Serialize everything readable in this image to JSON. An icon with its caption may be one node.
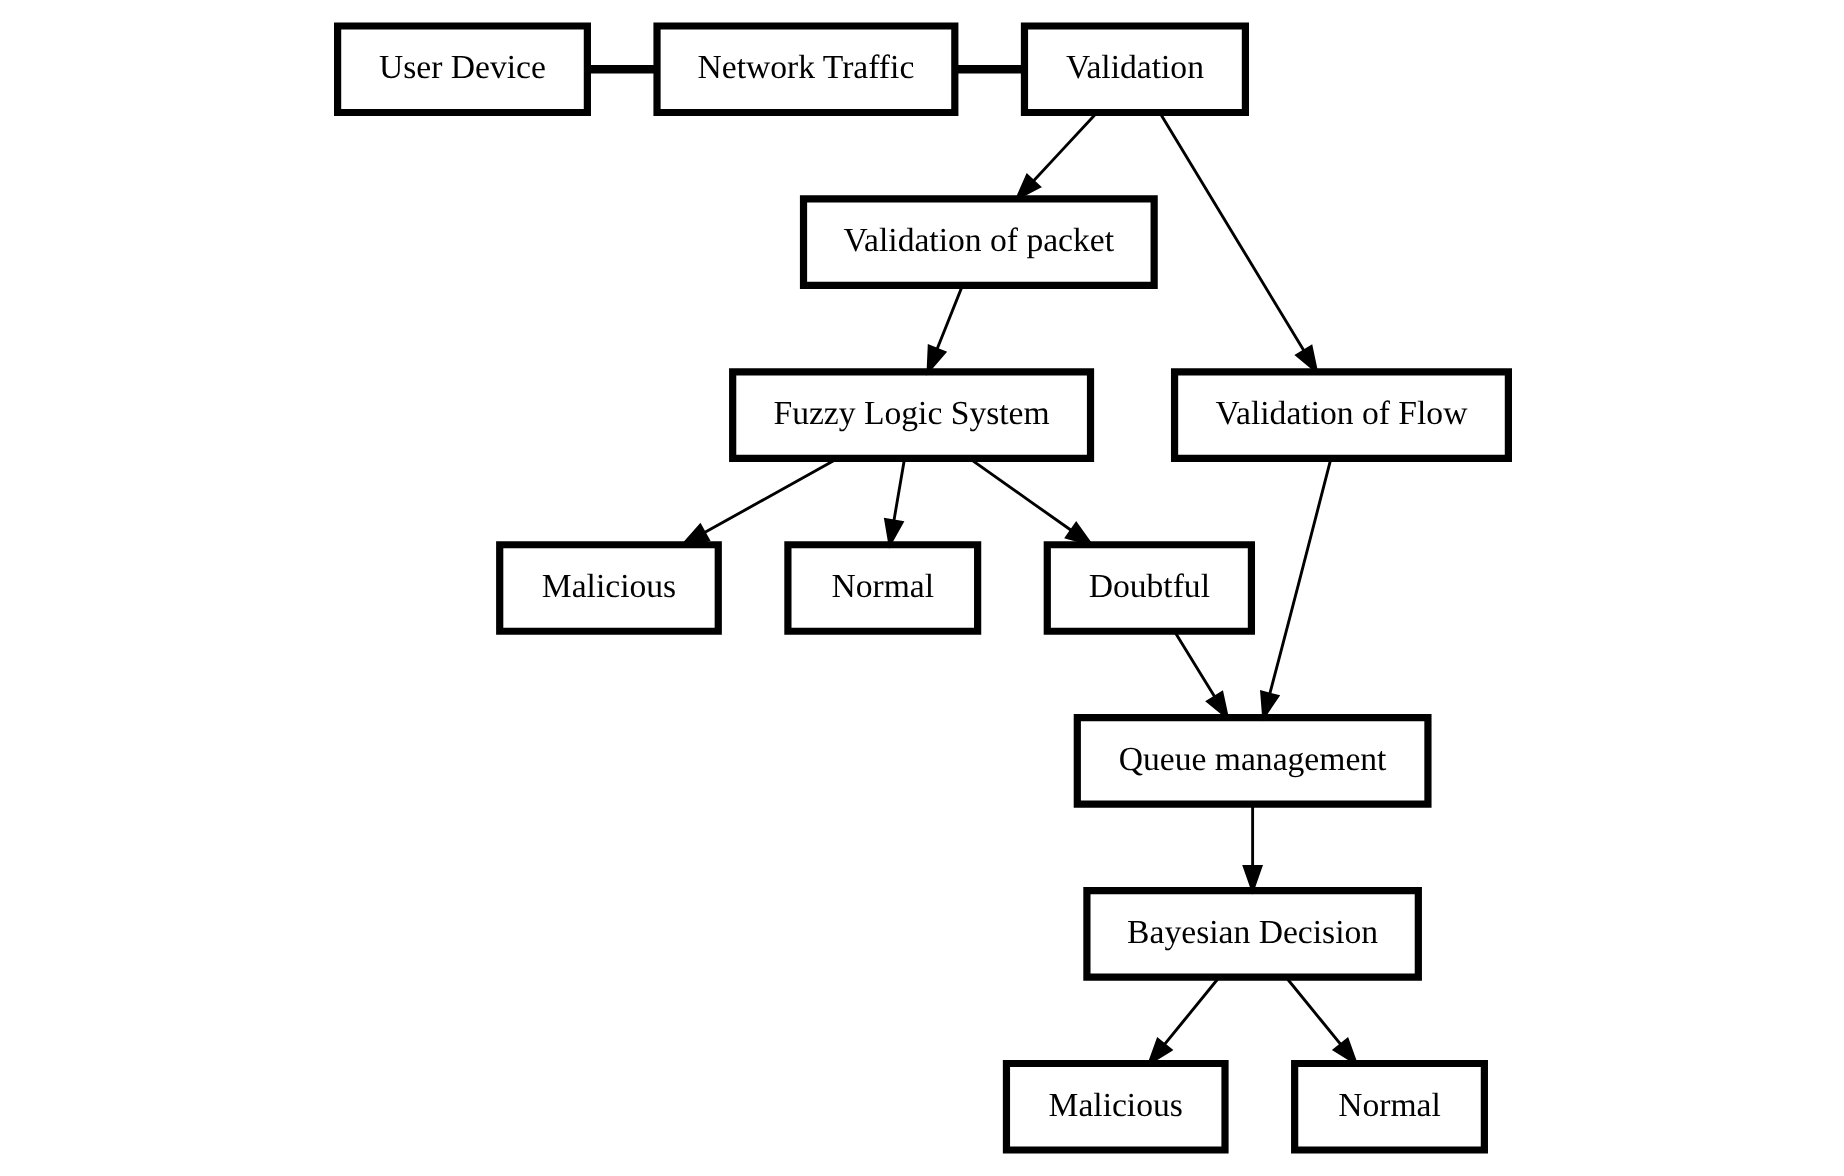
{
  "diagram": {
    "nodes": [
      {
        "text": [
          "User Device"
        ]
      },
      {
        "text": [
          "Network Traffic"
        ]
      },
      {
        "text": [
          "Validation"
        ]
      },
      {
        "text": [
          "Validation of packet"
        ]
      },
      {
        "text": [
          "Validation of Flow"
        ]
      },
      {
        "text": [
          "Fuzzy Logic System"
        ]
      },
      {
        "text": [
          "Queue management"
        ]
      },
      {
        "text": [
          "Malicious"
        ]
      },
      {
        "text": [
          "Normal"
        ]
      },
      {
        "text": [
          "Doubtful"
        ]
      },
      {
        "text": [
          "Bayesian Decision"
        ]
      },
      {
        "text": [
          "Malicious"
        ]
      },
      {
        "text": [
          "Normal"
        ]
      }
    ],
    "edges": [
      {
        "from": 0,
        "to": 1,
        "arrow": "none",
        "style": "thick"
      },
      {
        "from": 1,
        "to": 2,
        "arrow": "none",
        "style": "thick"
      },
      {
        "from": 2,
        "to": 3,
        "arrow": "to"
      },
      {
        "from": 2,
        "to": 4,
        "arrow": "to"
      },
      {
        "from": 3,
        "to": 5,
        "arrow": "to"
      },
      {
        "from": 4,
        "to": 6,
        "arrow": "to"
      },
      {
        "from": 5,
        "to": 7,
        "arrow": "to"
      },
      {
        "from": 5,
        "to": 8,
        "arrow": "to"
      },
      {
        "from": 5,
        "to": 9,
        "arrow": "to"
      },
      {
        "from": 9,
        "to": 6,
        "arrow": "to"
      },
      {
        "from": 6,
        "to": 10,
        "arrow": "to"
      },
      {
        "from": 10,
        "to": 11,
        "arrow": "to"
      },
      {
        "from": 10,
        "to": 12,
        "arrow": "to"
      }
    ]
  }
}
